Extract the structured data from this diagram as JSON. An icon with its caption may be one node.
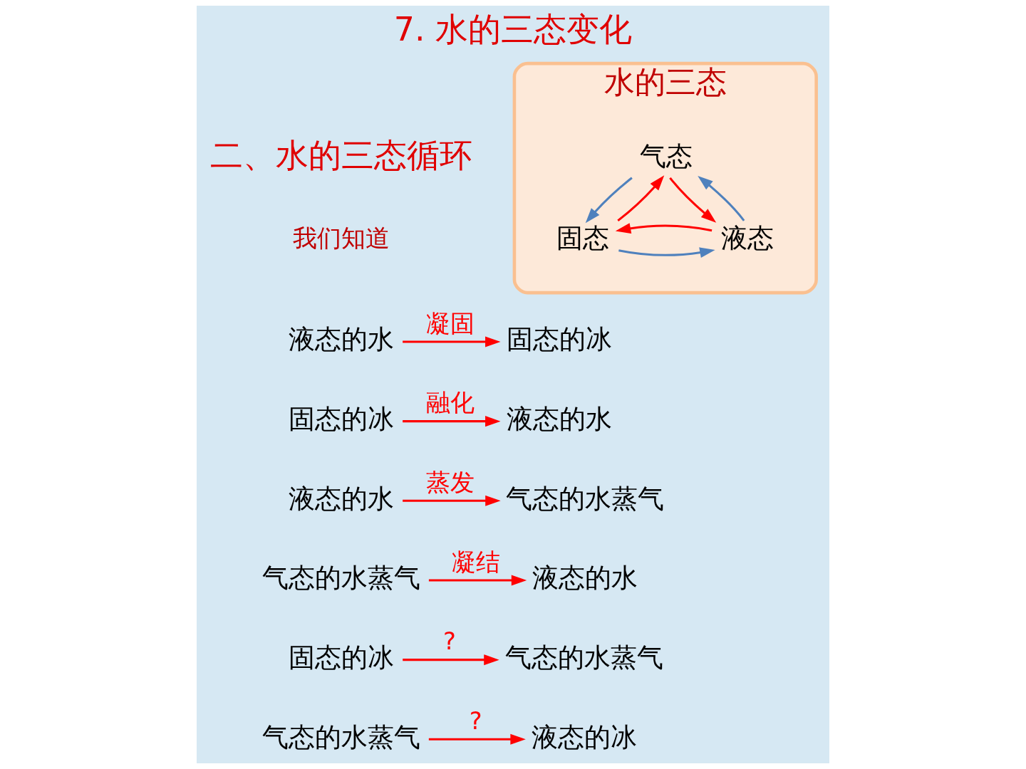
{
  "diagram": {
    "title": "7. 水的三态变化",
    "nodes": [
      {
        "text": [
          "液态的水"
        ]
      },
      {
        "text": [
          "固态的冰"
        ]
      },
      {
        "text": [
          "固态的冰"
        ]
      },
      {
        "text": [
          "液态的水"
        ]
      },
      {
        "text": [
          "液态的水"
        ]
      },
      {
        "text": [
          "气态的水蒸气"
        ]
      },
      {
        "text": [
          "气态的水蒸气"
        ]
      },
      {
        "text": [
          "液态的水"
        ]
      },
      {
        "text": [
          "固态的冰"
        ]
      },
      {
        "text": [
          "气态的水蒸气"
        ]
      },
      {
        "text": [
          "气态的水蒸气"
        ]
      },
      {
        "text": [
          "液态的冰"
        ]
      },
      {
        "text": [
          "水的三态"
        ]
      },
      {
        "text": [
          "气态"
        ],
        "in": 12
      },
      {
        "text": [
          "固态"
        ],
        "in": 12
      },
      {
        "text": [
          "液态"
        ],
        "in": 12
      }
    ],
    "edges": [
      {
        "from": 0,
        "to": 1,
        "arrow": "to",
        "label": "凝固"
      },
      {
        "from": 2,
        "to": 3,
        "arrow": "to",
        "label": "融化"
      },
      {
        "from": 4,
        "to": 5,
        "arrow": "to",
        "label": "蒸发"
      },
      {
        "from": 6,
        "to": 7,
        "arrow": "to",
        "label": "凝结"
      },
      {
        "from": 8,
        "to": 9,
        "arrow": "to",
        "label": "?"
      },
      {
        "from": 10,
        "to": 11,
        "arrow": "to",
        "label": "?"
      },
      {
        "from": 14,
        "to": 13,
        "arrow": "to"
      },
      {
        "from": 13,
        "to": 14,
        "arrow": "to",
        "color": "#4f81bd"
      },
      {
        "from": 15,
        "to": 13,
        "arrow": "to",
        "color": "#4f81bd"
      },
      {
        "from": 13,
        "to": 15,
        "arrow": "to"
      },
      {
        "from": 14,
        "to": 15,
        "arrow": "to",
        "color": "#4f81bd"
      },
      {
        "from": 15,
        "to": 14,
        "arrow": "to"
      }
    ],
    "labels": [
      "二、水的三态循环",
      "我们知道"
    ]
  }
}
